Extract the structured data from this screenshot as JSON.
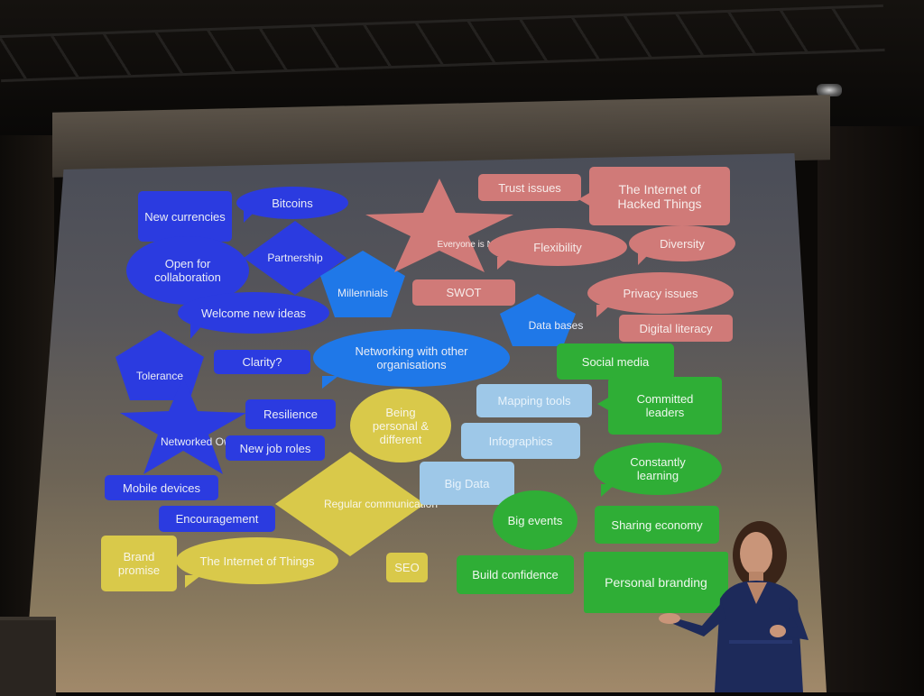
{
  "slide": {
    "new_currencies": "New currencies",
    "bitcoins": "Bitcoins",
    "open_for_collaboration": "Open for collaboration",
    "partnership": "Partnership",
    "millennials": "Millennials",
    "welcome_new_ideas": "Welcome new ideas",
    "tolerance": "Tolerance",
    "clarity": "Clarity?",
    "networking": "Networking with other organisations",
    "networked_ownership": "Networked Ownership",
    "resilience": "Resilience",
    "new_job_roles": "New job roles",
    "mobile_devices": "Mobile devices",
    "encouragement": "Encouragement",
    "brand_promise": "Brand promise",
    "internet_of_things": "The Internet of Things",
    "seo": "SEO",
    "regular_communication": "Regular communication",
    "being_personal": "Being personal & different",
    "big_data": "Big Data",
    "infographics": "Infographics",
    "mapping_tools": "Mapping tools",
    "everyone_not_connected": "Everyone is NOT connected",
    "trust_issues": "Trust issues",
    "internet_of_hacked_things": "The Internet of Hacked Things",
    "flexibility": "Flexibility",
    "diversity": "Diversity",
    "swot": "SWOT",
    "privacy_issues": "Privacy issues",
    "data_bases": "Data bases",
    "digital_literacy": "Digital literacy",
    "social_media": "Social media",
    "committed_leaders": "Committed leaders",
    "constantly_learning": "Constantly learning",
    "big_events": "Big events",
    "sharing_economy": "Sharing economy",
    "build_confidence": "Build confidence",
    "personal_branding": "Personal branding"
  },
  "colors": {
    "blue": "#2b3be0",
    "pink": "#d07a78",
    "green": "#2fae36",
    "yellow": "#d9c94a",
    "light_blue": "#9ec8e8"
  }
}
